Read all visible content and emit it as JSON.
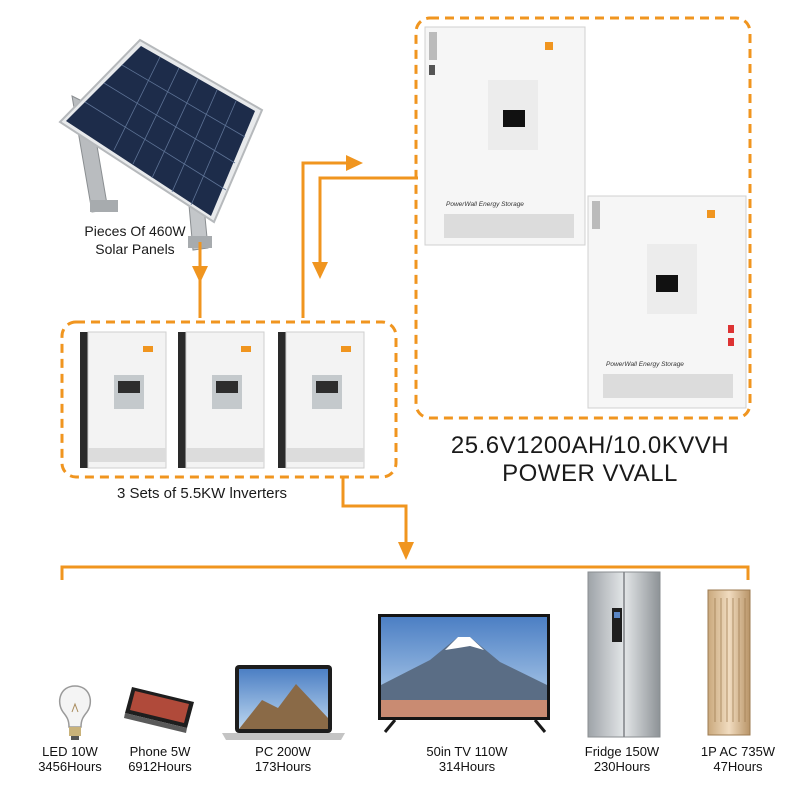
{
  "solar": {
    "line1": "Pieces Of 460W",
    "line2": "Solar Panels"
  },
  "inverters": {
    "label": "3 Sets of 5.5KW lnverters"
  },
  "power_wall": {
    "line1": "25.6V1200AH/10.0KVVH",
    "line2": "POWER VVALL",
    "unit_label": "PowerWall Energy Storage"
  },
  "appliances": [
    {
      "name": "LED 10W",
      "hours": "3456Hours"
    },
    {
      "name": "Phone 5W",
      "hours": "6912Hours"
    },
    {
      "name": "PC 200W",
      "hours": "173Hours"
    },
    {
      "name": "50in TV 110W",
      "hours": "314Hours"
    },
    {
      "name": "Fridge 150W",
      "hours": "230Hours"
    },
    {
      "name": "1P AC 735W",
      "hours": "47Hours"
    }
  ],
  "colors": {
    "accent": "#f0951f",
    "panel": "#1d2c4a"
  }
}
